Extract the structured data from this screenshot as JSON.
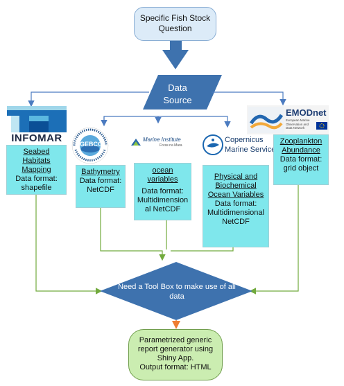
{
  "top": {
    "line1": "Specific Fish Stock",
    "line2": "Question"
  },
  "source": {
    "line1": "Data",
    "line2": "Source"
  },
  "logos": {
    "infomar": "INFOMAR",
    "gebco": "GEBCO",
    "gebco_ring": "General Bathymetric Chart of the Oceans",
    "marine_institute": "Marine Institute",
    "marine_institute_sub": "Foras na Mara",
    "copernicus_1": "Copernicus",
    "copernicus_2": "Marine Service",
    "emodnet": "EMODnet",
    "emodnet_sub": "European Marine Observation and Data Network"
  },
  "boxes": {
    "seabed": {
      "t1": "Seabed Habitats",
      "t2": "Mapping",
      "l1": "Data format:",
      "l2": "shapefile"
    },
    "bathy": {
      "t1": "Bathymetry",
      "l1": "Data format:",
      "l2": "NetCDF"
    },
    "ocean": {
      "t1": "ocean variables",
      "l1": "Data format:",
      "l2": "Multidimension",
      "l3": "al NetCDF"
    },
    "phys": {
      "t1": "Physical and",
      "t2": "Biochemical",
      "t3": "Ocean Variables",
      "l1": "Data format:",
      "l2": "Multidimensional",
      "l3": "NetCDF"
    },
    "zoo": {
      "t1": "Zooplankton",
      "t2": "Abundance",
      "l1": "Data format:",
      "l2": "grid object"
    }
  },
  "toolbox": {
    "line1": "Need a Tool Box to make use of all",
    "line2": "data"
  },
  "final": {
    "l1": "Parametrized generic",
    "l2": "report generator using",
    "l3": "Shiny App.",
    "l4": "Output format: HTML"
  },
  "colors": {
    "blue_shape": "#3e72ae",
    "cyan_box": "#7fe7ec",
    "green_line": "#72aa3d",
    "orange_arrow": "#ee7d32",
    "final_fill": "#cbedb1",
    "top_fill": "#dcebf8"
  }
}
